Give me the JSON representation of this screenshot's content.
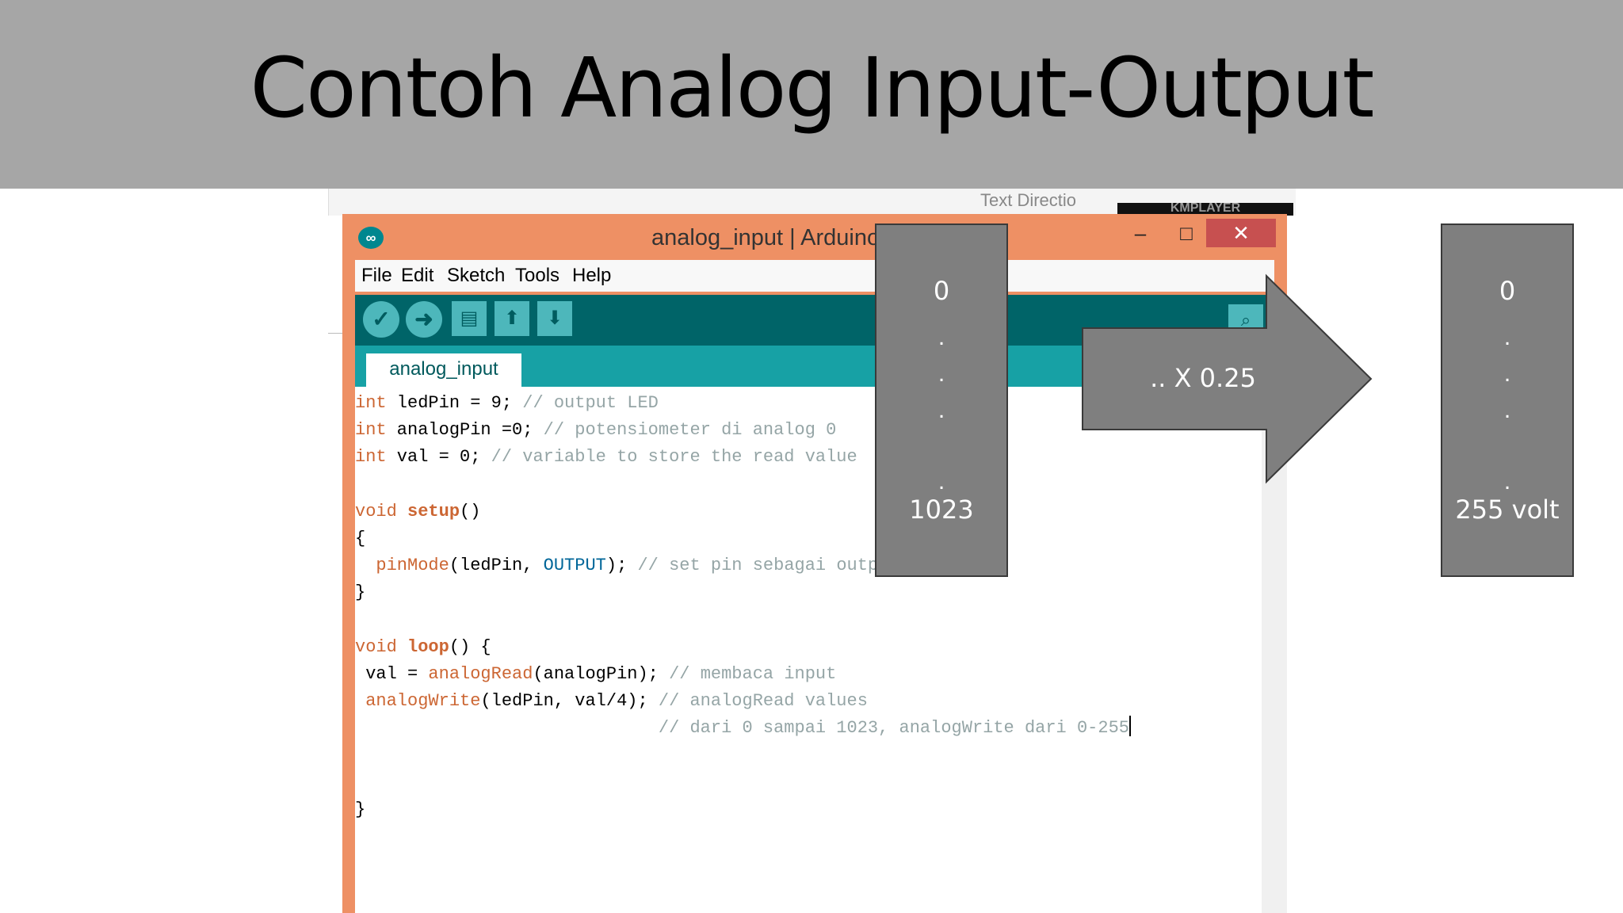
{
  "slide": {
    "title": "Contoh Analog Input-Output"
  },
  "background": {
    "text_direction_label": "Text Directio",
    "player_label": "KMPLAYER"
  },
  "window": {
    "logo": "∞",
    "title": "analog_input | Arduino",
    "minimize": "–",
    "maximize": "□",
    "close": "✕"
  },
  "menu": {
    "file": "File",
    "edit": "Edit",
    "sketch": "Sketch",
    "tools": "Tools",
    "help": "Help"
  },
  "toolbar": {
    "verify_icon": "✓",
    "upload_icon": "➜",
    "new_icon": "▤",
    "open_icon": "⬆",
    "save_icon": "⬇",
    "serial_icon": "⌕"
  },
  "tab": {
    "label": "analog_input"
  },
  "code": {
    "l1_kw": "int",
    "l1_rest": " ledPin = 9; ",
    "l1_cm": "// output LED",
    "l2_kw": "int",
    "l2_rest": " analogPin =0; ",
    "l2_cm": "// potensiometer di analog 0",
    "l3_kw": "int",
    "l3_rest": " val = 0; ",
    "l3_cm": "// variable to store the read value",
    "l5_kw": "void",
    "l5_fn": "setup",
    "l5_rest": "()",
    "l6": "{",
    "l7_fn": "pinMode",
    "l7_a": "(ledPin, ",
    "l7_const": "OUTPUT",
    "l7_b": "); ",
    "l7_cm": "// set pin sebagai output",
    "l8": "}",
    "l10_kw": "void",
    "l10_fn": "loop",
    "l10_rest": "() {",
    "l11_a": " val = ",
    "l11_fn": "analogRead",
    "l11_b": "(analogPin); ",
    "l11_cm": "// membaca input",
    "l12_fn": "analogWrite",
    "l12_b": "(ledPin, val/4); ",
    "l12_cm": "// analogRead values",
    "l13_cm": "// dari 0 sampai 1023, analogWrite dari 0-255",
    "l15": "}"
  },
  "input_box": {
    "top": "0",
    "dots": ".",
    "bottom": "1023"
  },
  "arrow": {
    "label": ".. X 0.25"
  },
  "output_box": {
    "top": "0",
    "dots": ".",
    "bottom": "255 volt"
  },
  "colors": {
    "window_frame": "#ee9064",
    "toolbar": "#006468",
    "tabbar": "#17a1a5",
    "box": "#7f7f7f"
  }
}
